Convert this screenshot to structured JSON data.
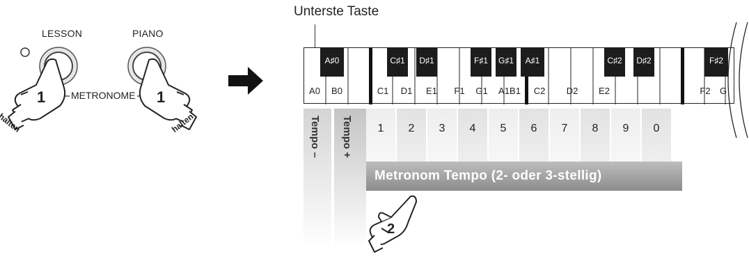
{
  "buttons": {
    "lesson_label": "LESSON",
    "piano_label": "PIANO",
    "metronome_label": "METRONOME",
    "step1_number": "1",
    "hold_label": "halten"
  },
  "keyboard": {
    "header_label": "Unterste Taste",
    "white_keys": [
      "A0",
      "B0",
      "C1",
      "D1",
      "E1",
      "F1",
      "G1",
      "A1",
      "B1",
      "C2",
      "D2",
      "E2",
      "F2",
      "G"
    ],
    "black_keys": [
      "A♯0",
      "C♯1",
      "D♯1",
      "F♯1",
      "G♯1",
      "A♯1",
      "C♯2",
      "D♯2",
      "F♯2"
    ]
  },
  "assignments": {
    "tempo_minus": "Tempo –",
    "tempo_plus": "Tempo +",
    "digits": [
      "1",
      "2",
      "3",
      "4",
      "5",
      "6",
      "7",
      "8",
      "9",
      "0"
    ],
    "banner_text": "Metronom Tempo (2- oder 3-stellig)",
    "step2_number": "2"
  },
  "colors": {
    "black_key": "#1c1c1c",
    "banner_gradient": [
      "#b8b8b8",
      "#8a8a8a"
    ]
  }
}
